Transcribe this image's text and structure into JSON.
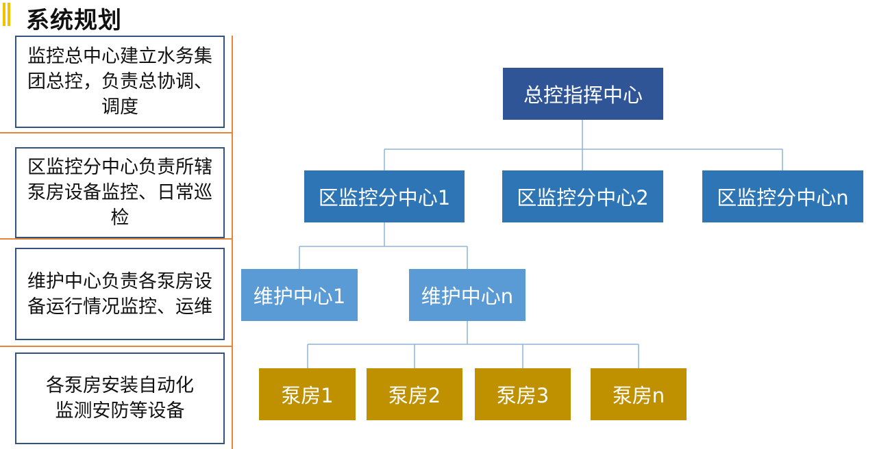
{
  "page_title": "系统规划",
  "descriptions": [
    "监控总中心建立水务集团总控，负责总协调、调度",
    "区监控分中心负责所辖泵房设备监控、日常巡检",
    "维护中心负责各泵房设备运行情况监控、运维",
    "各泵房安装自动化监测安防等设备"
  ],
  "org": {
    "root": "总控指挥中心",
    "branches": [
      "区监控分中心1",
      "区监控分中心2",
      "区监控分中心n"
    ],
    "maintenance": [
      "维护中心1",
      "维护中心n"
    ],
    "pump_rooms": [
      "泵房1",
      "泵房2",
      "泵房3",
      "泵房n"
    ]
  },
  "colors": {
    "accent_bar": "#f2c200",
    "divider": "#e8833a",
    "box_border": "#31527e",
    "root": "#2f5597",
    "branch": "#2e75b6",
    "maintenance": "#5b9bd5",
    "pump_room": "#bf9000",
    "connector": "#8eb4d8"
  }
}
